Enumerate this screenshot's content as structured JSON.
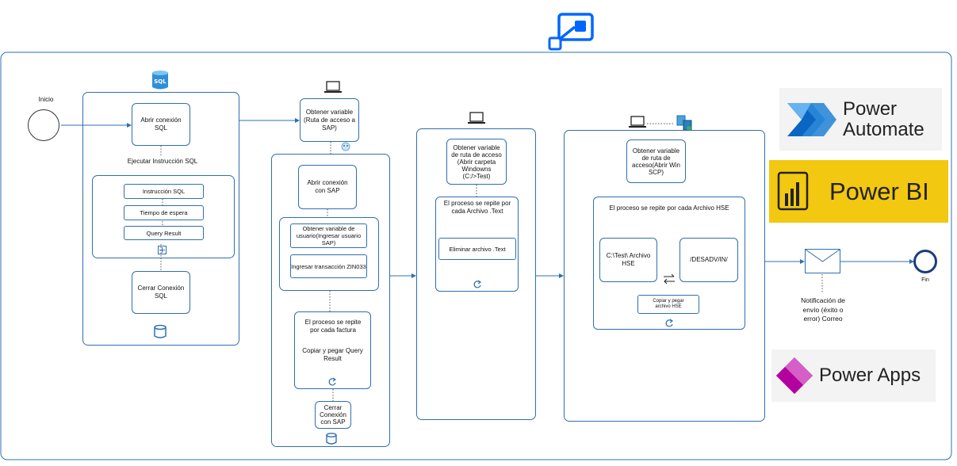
{
  "start": {
    "label": "Inicio"
  },
  "end": {
    "label": "Fin"
  },
  "lane1": {
    "icon": "sql-database-icon",
    "open": "Abrir conexión SQL",
    "execute": "Ejecutar Instrucción SQL",
    "items": [
      "Instrucción SQL",
      "Tiempo de espera",
      "Query Result"
    ],
    "close": "Cerrar Conexión SQL"
  },
  "lane2": {
    "icon": "laptop-icon",
    "get_var": "Obtener variable (Ruta de acceso a SAP)",
    "open_sap": "Abrir conexión con SAP",
    "get_user": "Obtener variable de usuario(Ingresar usuario SAP)",
    "transaction": "Ingresar transacción ZIN033",
    "loop_title": "El proceso se repite por cada factura",
    "loop_action": "Copiar y pegar Query Result",
    "close_sap": "Cerrar Conexión con SAP"
  },
  "lane3": {
    "icon": "laptop-icon",
    "get_var": "Obtener variable de ruta de acceso (Abrir carpeta Windowns (C:/>Test)",
    "loop_title": "El proceso se repite por cada Archivo .Text",
    "delete": "Eliminar archivo .Text"
  },
  "lane4": {
    "icon": "laptop-icon",
    "get_var": "Obtener variable de ruta de acceso(Abrir Win SCP)",
    "loop_title": "El proceso se repite por cada Archivo HSE",
    "source": "C:\\Test\\ Archivo HSE",
    "dest": "/DESADV/IN/",
    "copy": "Copiar y pegar archivo HSE"
  },
  "notification": "Notificación de envío (éxito o error) Correo",
  "logos": {
    "automate": {
      "line1": "Power",
      "line2": "Automate"
    },
    "bi": {
      "text": "Power BI",
      "bg": "#f2c811"
    },
    "apps": {
      "text": "Power Apps"
    }
  },
  "colors": {
    "accent": "#2f6fb0",
    "automate_blue": "#0066ff"
  }
}
